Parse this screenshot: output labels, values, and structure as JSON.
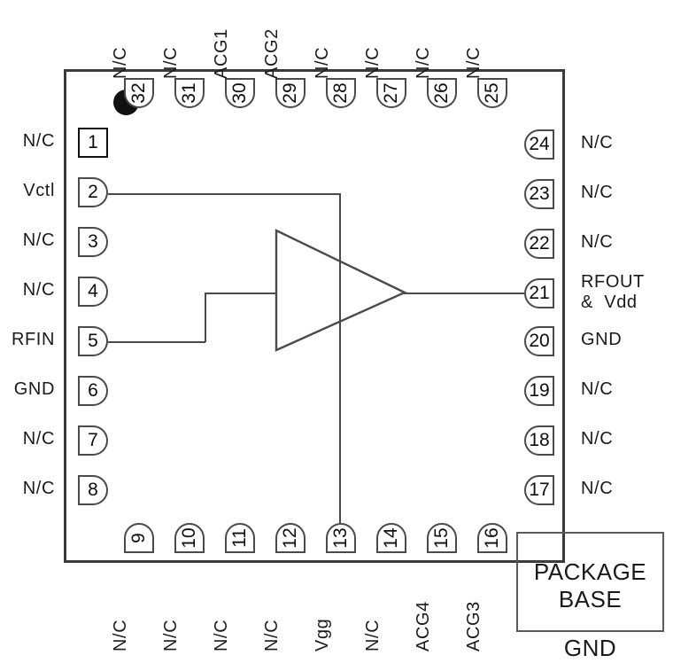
{
  "diagram": {
    "title": "Package pinout diagram",
    "pin1_indicator": "pin-1-dot",
    "amplifier_symbol": "triangle-amplifier"
  },
  "package_base": {
    "line1": "PACKAGE",
    "line2": "BASE",
    "gnd_label": "GND"
  },
  "pins": {
    "left": [
      {
        "num": "1",
        "label": "N/C"
      },
      {
        "num": "2",
        "label": "Vctl"
      },
      {
        "num": "3",
        "label": "N/C"
      },
      {
        "num": "4",
        "label": "N/C"
      },
      {
        "num": "5",
        "label": "RFIN"
      },
      {
        "num": "6",
        "label": "GND"
      },
      {
        "num": "7",
        "label": "N/C"
      },
      {
        "num": "8",
        "label": "N/C"
      }
    ],
    "bottom": [
      {
        "num": "9",
        "label": "N/C"
      },
      {
        "num": "10",
        "label": "N/C"
      },
      {
        "num": "11",
        "label": "N/C"
      },
      {
        "num": "12",
        "label": "N/C"
      },
      {
        "num": "13",
        "label": "Vgg"
      },
      {
        "num": "14",
        "label": "N/C"
      },
      {
        "num": "15",
        "label": "ACG4"
      },
      {
        "num": "16",
        "label": "ACG3"
      }
    ],
    "right": [
      {
        "num": "17",
        "label": "N/C"
      },
      {
        "num": "18",
        "label": "N/C"
      },
      {
        "num": "19",
        "label": "N/C"
      },
      {
        "num": "20",
        "label": "GND"
      },
      {
        "num": "21",
        "label": "RFOUT\n&  Vdd"
      },
      {
        "num": "22",
        "label": "N/C"
      },
      {
        "num": "23",
        "label": "N/C"
      },
      {
        "num": "24",
        "label": "N/C"
      }
    ],
    "top": [
      {
        "num": "25",
        "label": "N/C"
      },
      {
        "num": "26",
        "label": "N/C"
      },
      {
        "num": "27",
        "label": "N/C"
      },
      {
        "num": "28",
        "label": "N/C"
      },
      {
        "num": "29",
        "label": "ACG2"
      },
      {
        "num": "30",
        "label": "ACG1"
      },
      {
        "num": "31",
        "label": "N/C"
      },
      {
        "num": "32",
        "label": "N/C"
      }
    ]
  },
  "colors": {
    "body_outline": "#3b3b3b",
    "pin_outline": "#4a4a4a",
    "wire": "#4a4a4a",
    "text": "#1a1a1a",
    "dot": "#111111"
  }
}
